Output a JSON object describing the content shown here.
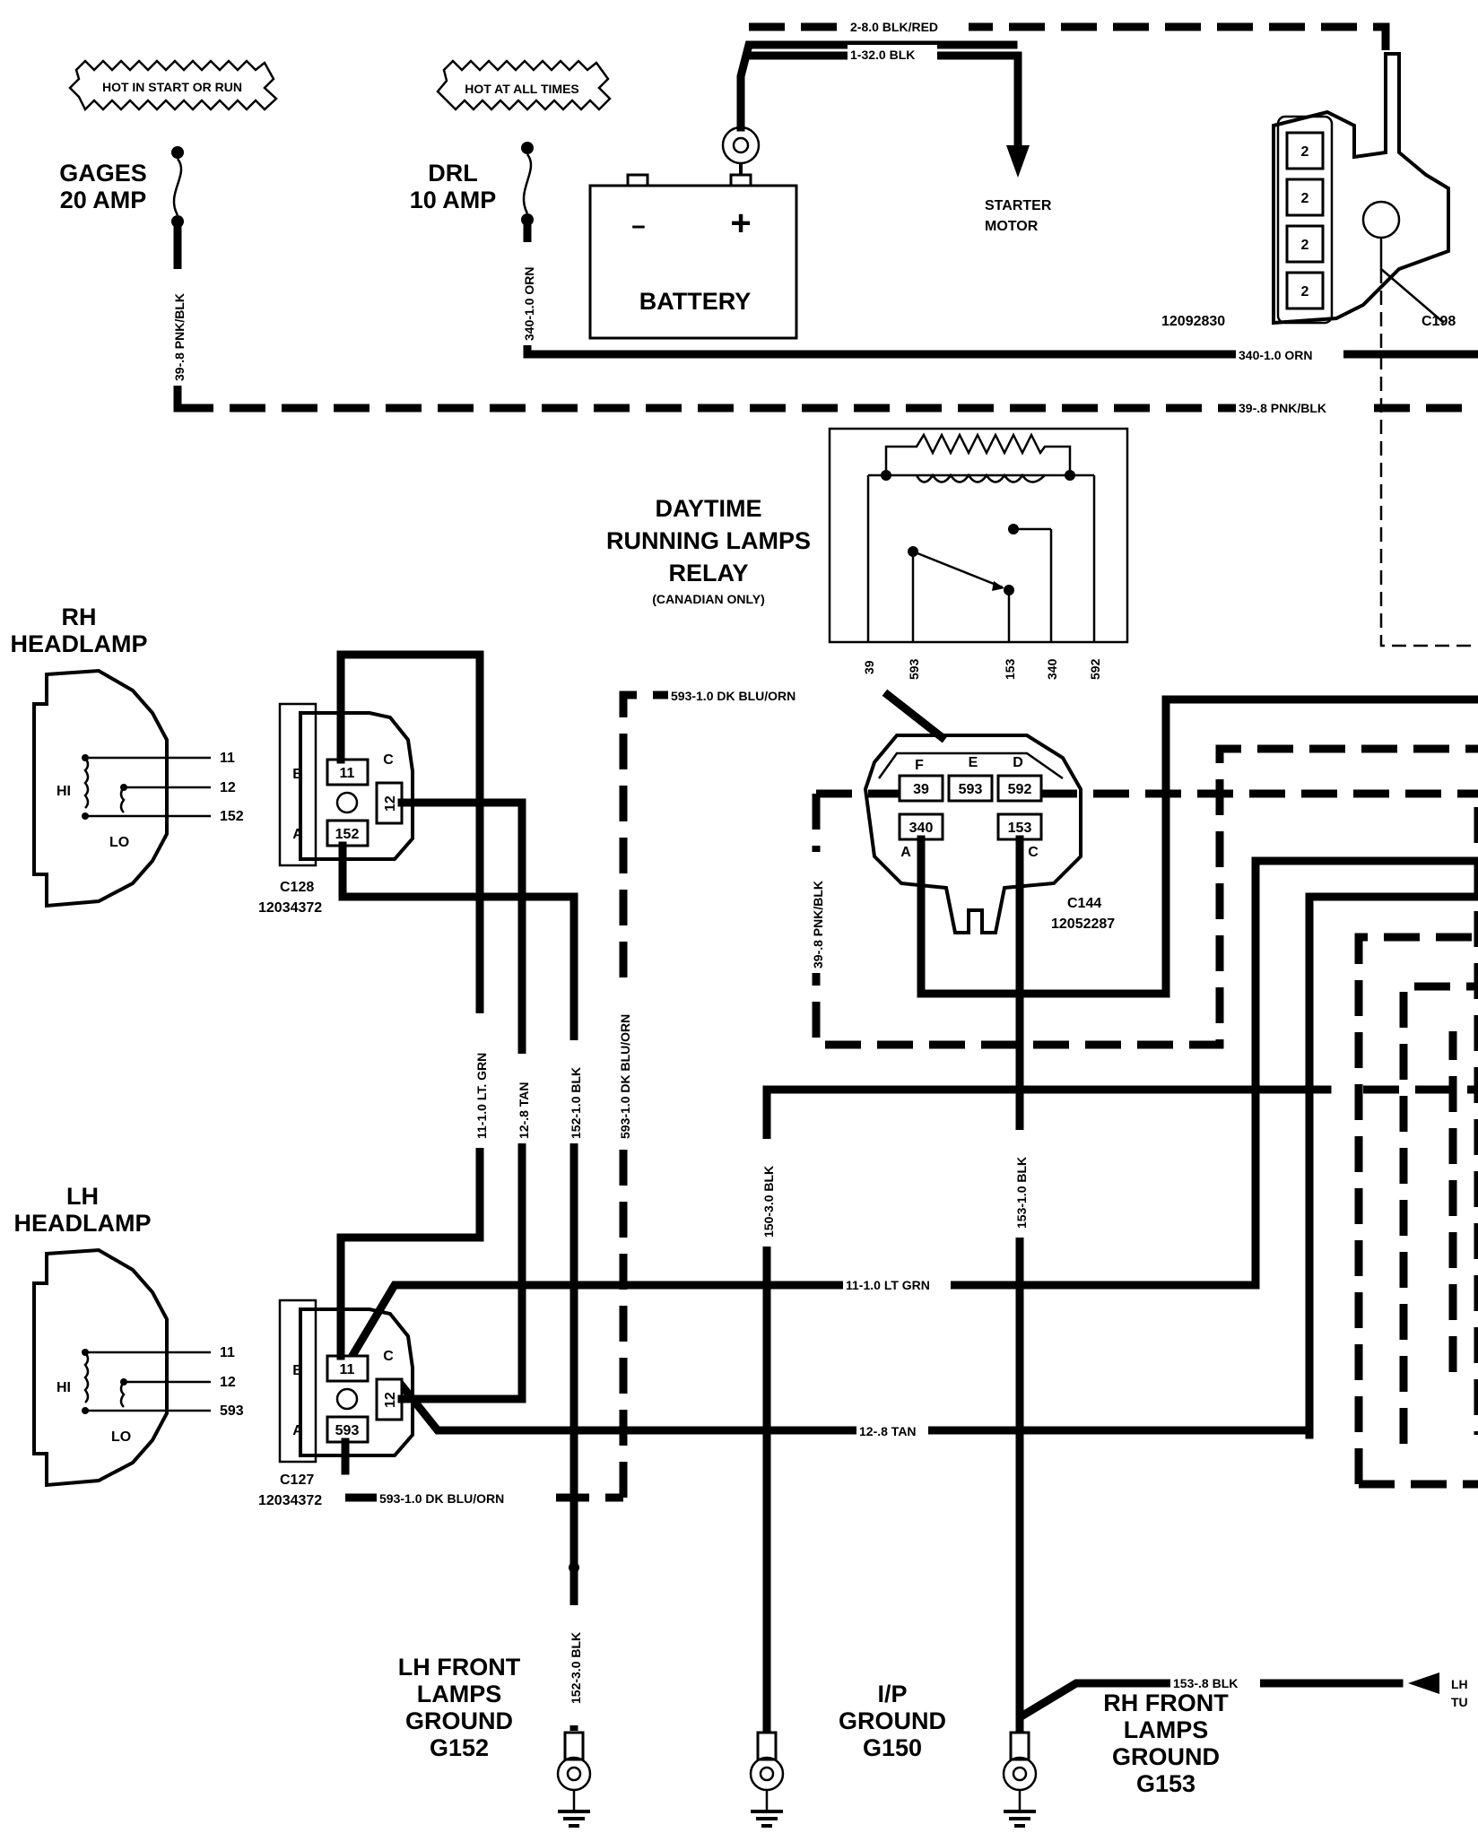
{
  "hot_labels": {
    "start_run": "HOT IN START OR RUN",
    "all_times": "HOT AT ALL TIMES"
  },
  "fuses": {
    "gages": [
      "GAGES",
      "20 AMP"
    ],
    "drl": [
      "DRL",
      "10 AMP"
    ]
  },
  "battery": {
    "label": "BATTERY",
    "minus": "−",
    "plus": "+"
  },
  "starter": [
    "STARTER",
    "MOTOR"
  ],
  "wires": {
    "w2": "2-8.0 BLK/RED",
    "w1": "1-32.0 BLK",
    "w340_v": "340-1.0 ORN",
    "w340_h": "340-1.0 ORN",
    "w39_v": "39-.8 PNK/BLK",
    "w39_h": "39-.8 PNK/BLK",
    "w39_c144": "39-.8 PNK/BLK",
    "w593_top": "593-1.0 DK BLU/ORN",
    "w593_v": "593-1.0 DK BLU/ORN",
    "w593_bot": "593-1.0 DK BLU/ORN",
    "w11_v": "11-1.0 LT. GRN",
    "w12_v": "12-.8 TAN",
    "w152_v": "152-1.0 BLK",
    "w152_3": "152-3.0 BLK",
    "w150": "150-3.0 BLK",
    "w153_v": "153-1.0 BLK",
    "w11_h": "11-1.0 LT GRN",
    "w12_h": "12-.8 TAN",
    "w153_h": "153-.8 BLK"
  },
  "connectors": {
    "c198": "C198",
    "c198_part": "12092830",
    "c198_pins": [
      "2",
      "2",
      "2",
      "2"
    ],
    "c128": [
      "C128",
      "12034372"
    ],
    "c127": [
      "C127",
      "12034372"
    ],
    "c144": [
      "C144",
      "12052287"
    ]
  },
  "relay": {
    "title": [
      "DAYTIME",
      "RUNNING LAMPS",
      "RELAY"
    ],
    "subtitle": "(CANADIAN ONLY)",
    "pins": [
      "39",
      "593",
      "153",
      "340",
      "592"
    ]
  },
  "headlamps": {
    "rh": {
      "title": [
        "RH",
        "HEADLAMP"
      ],
      "hi": "HI",
      "lo": "LO",
      "pins": [
        "11",
        "12",
        "152"
      ]
    },
    "lh": {
      "title": [
        "LH",
        "HEADLAMP"
      ],
      "hi": "HI",
      "lo": "LO",
      "pins": [
        "11",
        "12",
        "593"
      ]
    }
  },
  "c128_cavities": {
    "b": "B",
    "c": "C",
    "a": "A",
    "p11": "11",
    "p12": "12",
    "p152": "152"
  },
  "c127_cavities": {
    "b": "B",
    "c": "C",
    "a": "A",
    "p11": "11",
    "p12": "12",
    "p593": "593"
  },
  "c144_cavities": {
    "f": "F",
    "e": "E",
    "d": "D",
    "a": "A",
    "c": "C",
    "p39": "39",
    "p593": "593",
    "p592": "592",
    "p340": "340",
    "p153": "153"
  },
  "grounds": {
    "g152": [
      "LH FRONT",
      "LAMPS",
      "GROUND",
      "G152"
    ],
    "g150": [
      "I/P",
      "GROUND",
      "G150"
    ],
    "g153": [
      "RH FRONT",
      "LAMPS",
      "GROUND",
      "G153"
    ]
  },
  "edge_label": [
    "LH",
    "TU"
  ]
}
